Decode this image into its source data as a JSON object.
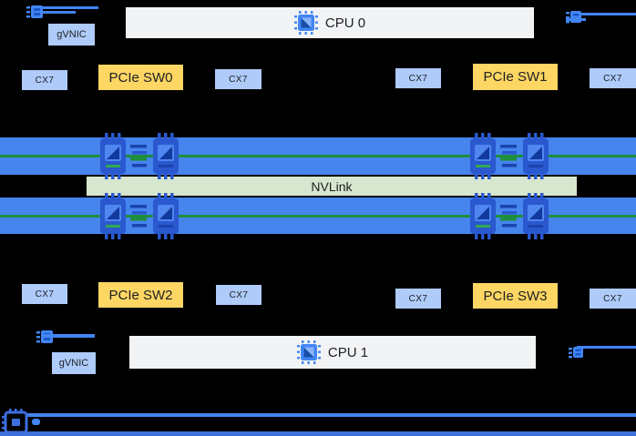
{
  "diagram": {
    "cpus": [
      "CPU 0",
      "CPU 1"
    ],
    "nvlink_label": "NVLink",
    "pcie_switches": [
      "PCIe SW0",
      "PCIe SW1",
      "PCIe SW2",
      "PCIe SW3"
    ],
    "cx7_labels": [
      "CX7",
      "CX7",
      "CX7",
      "CX7",
      "CX7",
      "CX7",
      "CX7",
      "CX7"
    ],
    "gvnic_labels": [
      "gVNIC",
      "gVNIC"
    ],
    "colors": {
      "background": "#000000",
      "gpu_band_blue": "#4684ee",
      "nic_box_blue": "#aecbfa",
      "pcie_switch_yellow": "#fdd663",
      "cpu_box_gray": "#f1f3f4",
      "nvlink_box_green": "#d7e7cf",
      "nvlink_line_green": "#1e8e3e",
      "icon_blue": "#4285f4",
      "gpu_chip_blue": "#2a58cf"
    }
  }
}
